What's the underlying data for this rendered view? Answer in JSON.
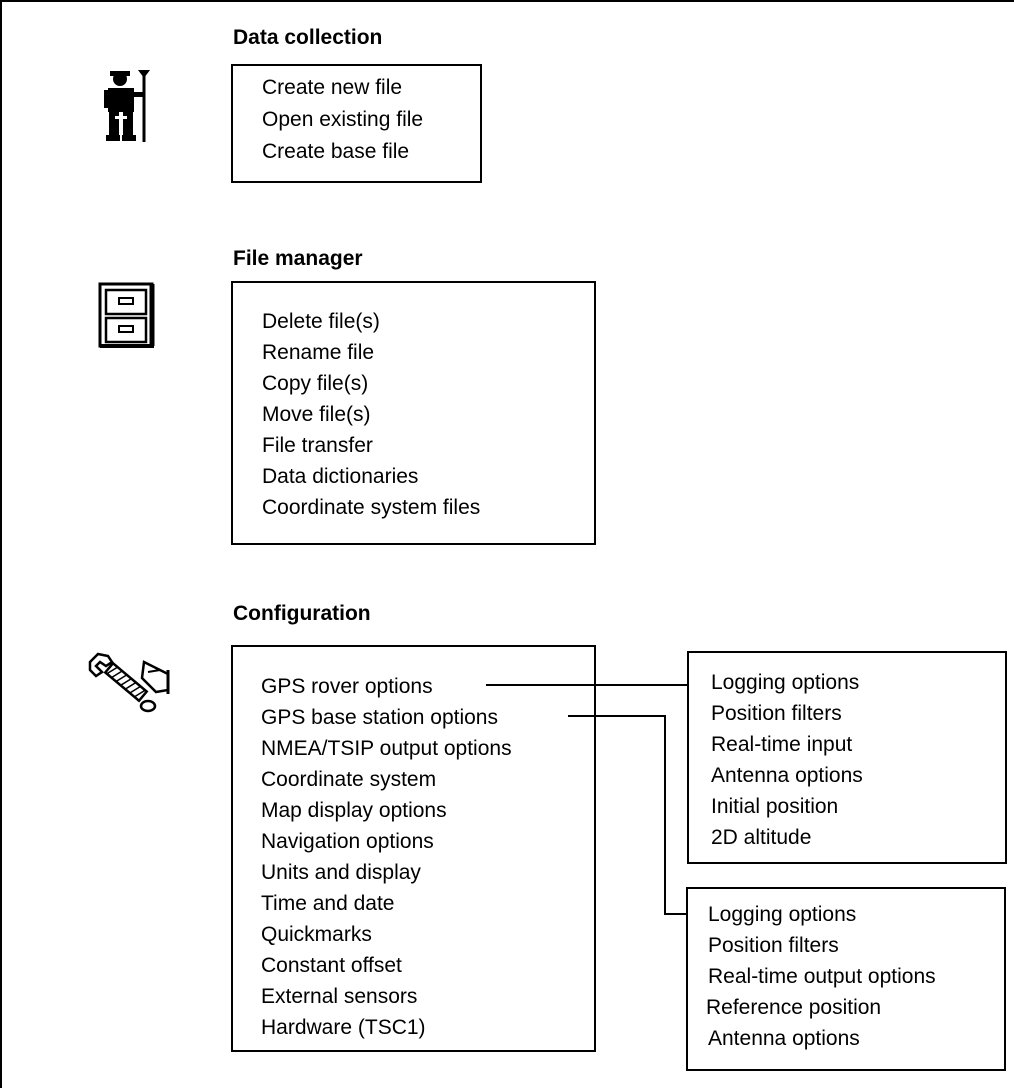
{
  "sections": {
    "data_collection": {
      "title": "Data collection",
      "icon": "surveyor-icon",
      "items": [
        "Create new file",
        "Open existing file",
        "Create base file"
      ]
    },
    "file_manager": {
      "title": "File manager",
      "icon": "file-cabinet-icon",
      "items": [
        "Delete file(s)",
        "Rename file",
        "Copy file(s)",
        "Move file(s)",
        "File transfer",
        "Data dictionaries",
        "Coordinate system files"
      ]
    },
    "configuration": {
      "title": "Configuration",
      "icon": "wrench-hand-icon",
      "items": [
        "GPS rover options",
        "GPS base station options",
        "NMEA/TSIP output options",
        "Coordinate system",
        "Map display options",
        "Navigation options",
        "Units and display",
        "Time and date",
        "Quickmarks",
        "Constant offset",
        "External sensors",
        "Hardware (TSC1)"
      ]
    }
  },
  "submenus": {
    "rover_options": {
      "items": [
        "Logging options",
        "Position filters",
        "Real-time input",
        "Antenna options",
        "Initial position",
        "2D altitude"
      ]
    },
    "base_station_options": {
      "items": [
        "Logging options",
        "Position filters",
        "Real-time output options",
        "Reference position",
        "Antenna options"
      ]
    }
  }
}
